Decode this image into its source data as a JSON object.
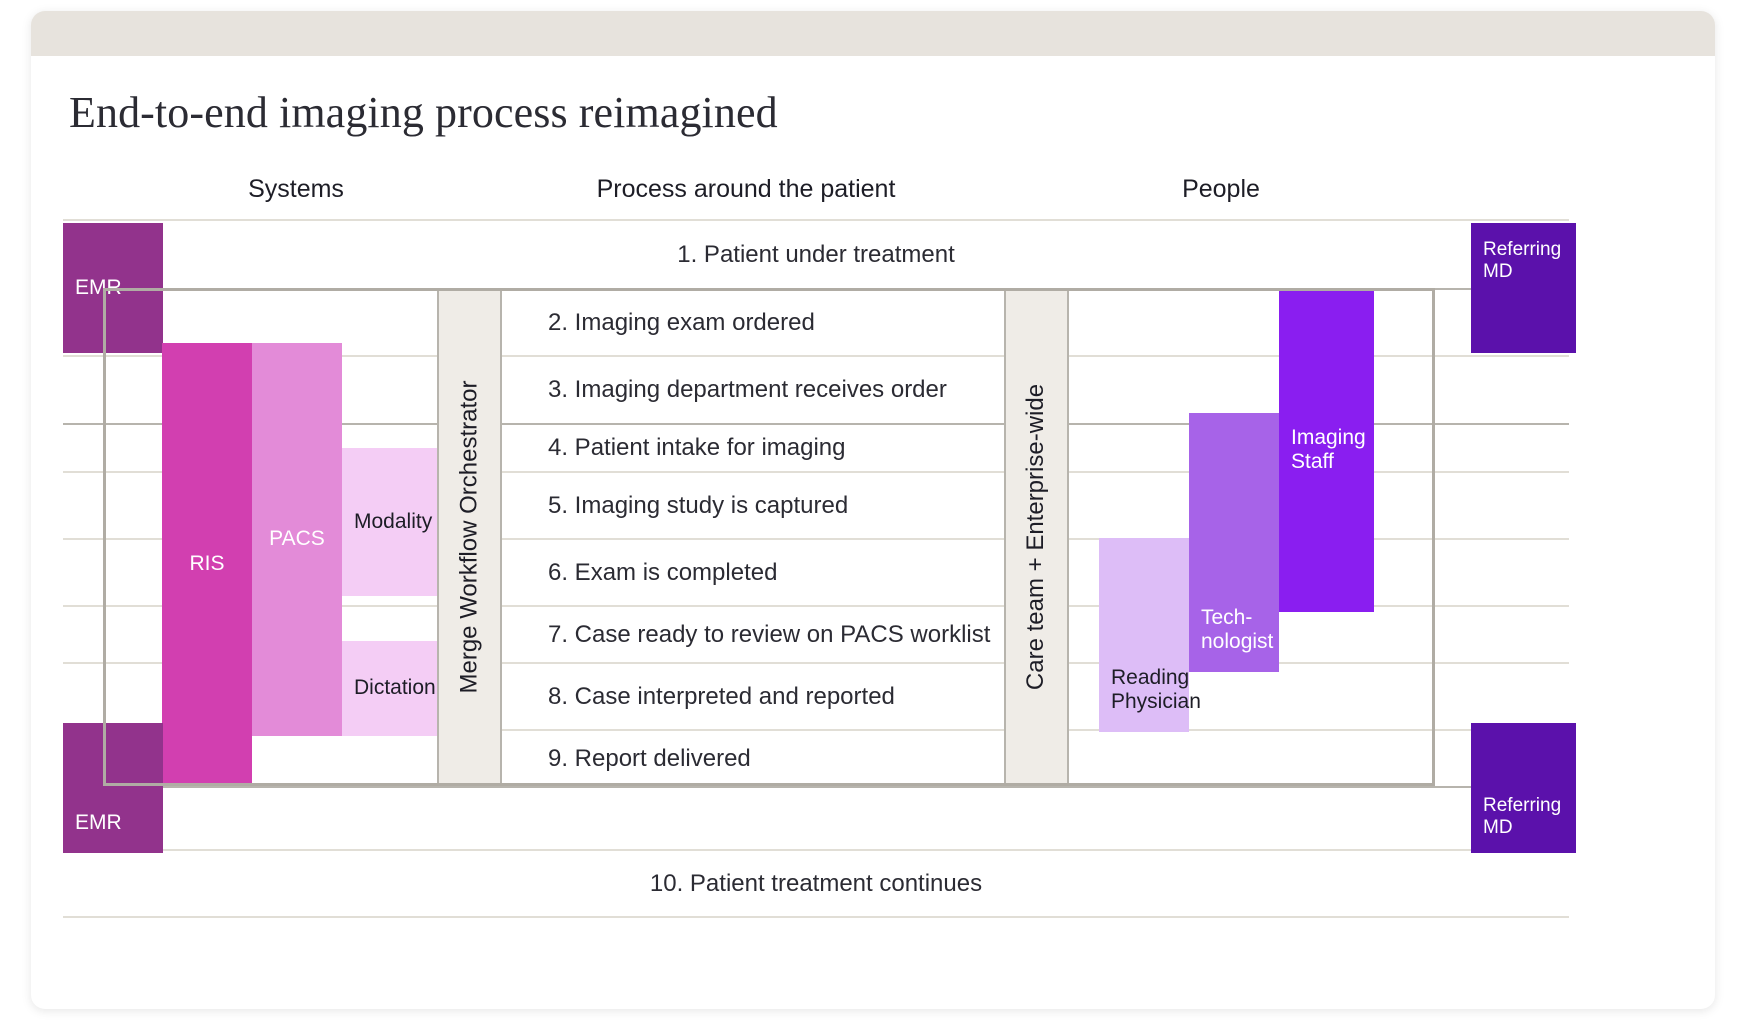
{
  "card": {
    "accent_bar_color": "#e7e3dd"
  },
  "title": "End-to-end imaging process reimagined",
  "column_headers": [
    {
      "label": "Systems"
    },
    {
      "label": "Process around the patient"
    },
    {
      "label": "People"
    }
  ],
  "process_steps": [
    {
      "num": "1.",
      "text": "1. Patient under treatment"
    },
    {
      "num": "2.",
      "text": "2. Imaging exam ordered"
    },
    {
      "num": "3.",
      "text": "3. Imaging department receives order"
    },
    {
      "num": "4.",
      "text": "4. Patient intake for imaging"
    },
    {
      "num": "5.",
      "text": "5. Imaging study is captured"
    },
    {
      "num": "6.",
      "text": "6. Exam is completed"
    },
    {
      "num": "7.",
      "text": "7. Case ready to review on PACS worklist"
    },
    {
      "num": "8.",
      "text": "8. Case interpreted and reported"
    },
    {
      "num": "9.",
      "text": "9. Report delivered"
    },
    {
      "num": "10.",
      "text": "10. Patient treatment continues"
    }
  ],
  "systems": {
    "emr_top": {
      "label": "EMR",
      "color": "#92338c",
      "text_color": "#ffffff"
    },
    "emr_bottom": {
      "label": "EMR",
      "color": "#92338c",
      "text_color": "#ffffff"
    },
    "ris": {
      "label": "RIS",
      "color": "#d23fb0",
      "text_color": "#ffffff"
    },
    "pacs": {
      "label": "PACS",
      "color": "#e38bd8",
      "text_color": "#ffffff"
    },
    "modality": {
      "label": "Modality",
      "color": "#f4cdf5",
      "text_color": "#1d1d26"
    },
    "dictation": {
      "label": "Dictation",
      "color": "#f4cdf5",
      "text_color": "#1d1d26"
    },
    "orchestrator": {
      "label": "Merge Workflow Orchestrator",
      "color": "#efece7",
      "text_color": "#1d1d26"
    }
  },
  "people": {
    "care_team": {
      "label": "Care team + Enterprise-wide",
      "color": "#efece7",
      "text_color": "#1d1d26"
    },
    "reading_physician": {
      "label": "Reading\nPhysician",
      "color": "#ddbdf7",
      "text_color": "#1d1d26"
    },
    "technologist": {
      "label": "Tech-\nnologist",
      "color": "#a763e8",
      "text_color": "#ffffff"
    },
    "imaging_staff": {
      "label": "Imaging\nStaff",
      "color": "#8a1ef0",
      "text_color": "#ffffff"
    },
    "referring_md_top": {
      "label": "Referring\nMD",
      "color": "#5b11ab",
      "text_color": "#ffffff"
    },
    "referring_md_bottom": {
      "label": "Referring\nMD",
      "color": "#5b11ab",
      "text_color": "#ffffff"
    }
  },
  "colors": {
    "gridline": "#e1ded6",
    "gridline_dark": "#b7b4ad",
    "outline": "#b0aca4",
    "text": "#2b2b33",
    "background": "#ffffff"
  }
}
